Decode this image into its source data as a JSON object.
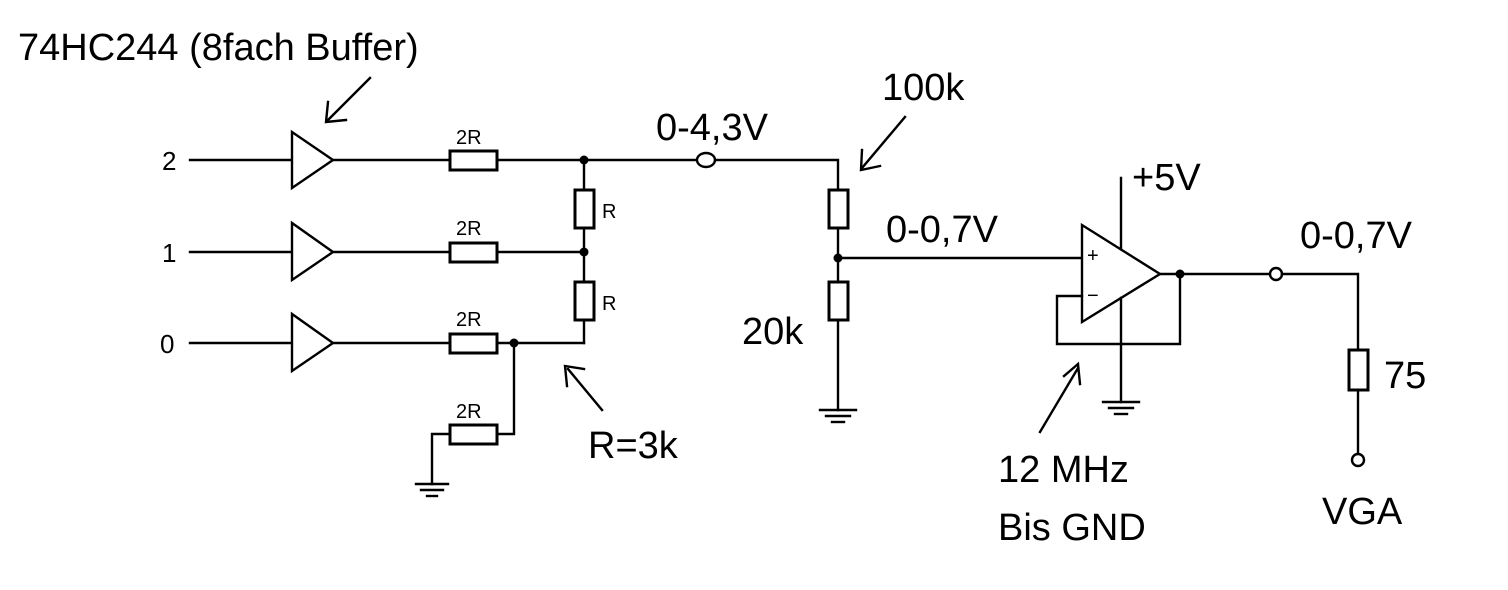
{
  "diagram": {
    "labels": {
      "buffer_chip": "74HC244 (8fach Buffer)",
      "input_2": "2",
      "input_1": "1",
      "input_0": "0",
      "res_2r": "2R",
      "res_r": "R",
      "r_value": "R=3k",
      "voltage_ladder_out": "0-4,3V",
      "res_100k": "100k",
      "res_20k": "20k",
      "voltage_divider_out": "0-0,7V",
      "supply": "+5V",
      "opamp_plus": "+",
      "opamp_minus": "−",
      "opamp_note_line1": "12 MHz",
      "opamp_note_line2": "Bis GND",
      "voltage_output": "0-0,7V",
      "res_75": "75",
      "connector": "VGA"
    }
  }
}
